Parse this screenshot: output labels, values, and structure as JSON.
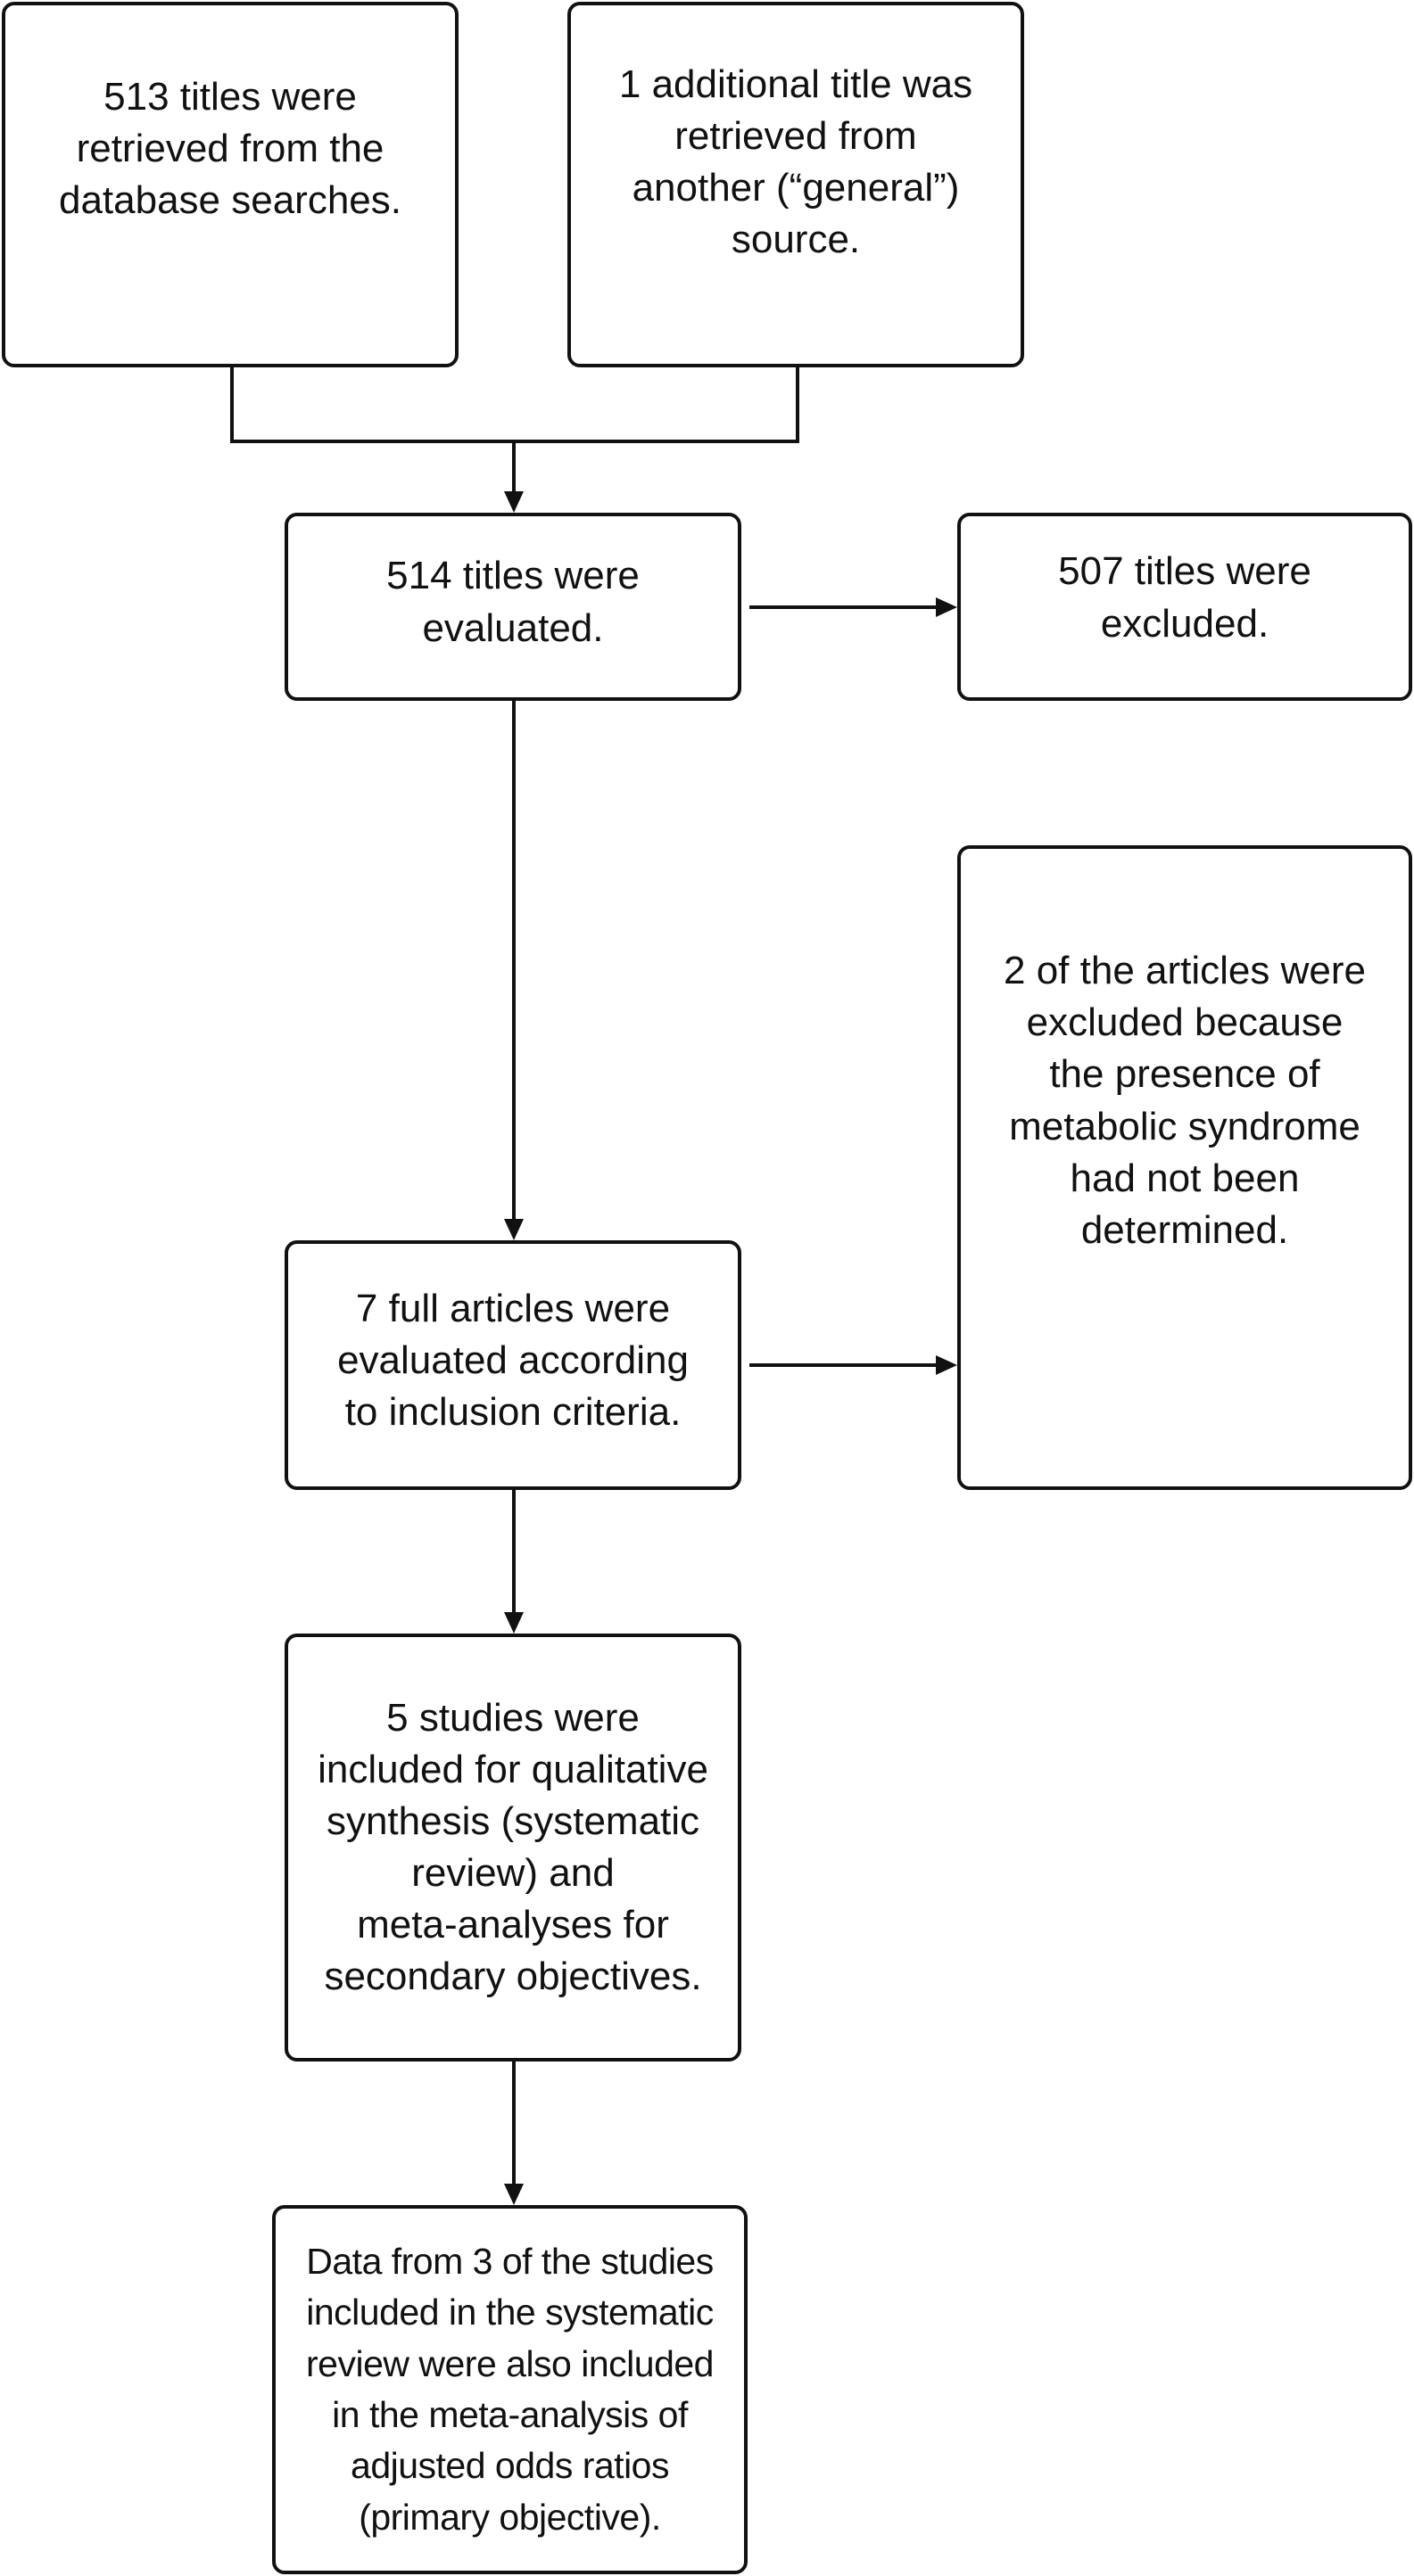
{
  "boxes": {
    "database": "513 titles were\nretrieved from the\ndatabase searches.",
    "general": "1 additional title was\nretrieved from\nanother (“general”)\nsource.",
    "evaluated": "514 titles were\nevaluated.",
    "excluded_titles": "507 titles were\nexcluded.",
    "full_articles": "7 full articles were\nevaluated according\nto inclusion criteria.",
    "excluded_articles": "2 of the articles were\nexcluded because\nthe presence of\nmetabolic syndrome\nhad not been\ndetermined.",
    "qualitative": "5 studies were\nincluded for qualitative\nsynthesis (systematic\nreview) and\nmeta-analyses for\nsecondary objectives.",
    "meta_analysis": "Data from 3 of the studies\nincluded in the systematic\nreview were also included\nin the meta-analysis of\nadjusted odds ratios\n(primary objective)."
  }
}
